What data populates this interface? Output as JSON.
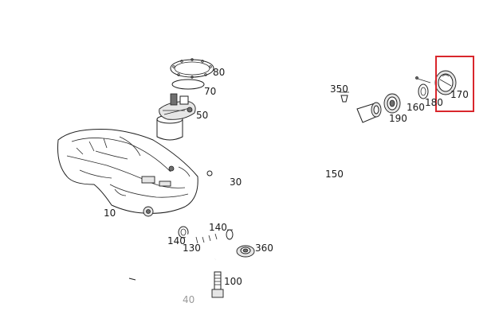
{
  "parts": [
    {
      "id": "p80",
      "label": "80"
    },
    {
      "id": "p70",
      "label": "70"
    },
    {
      "id": "p50",
      "label": "50"
    },
    {
      "id": "p350",
      "label": "350"
    },
    {
      "id": "p190",
      "label": "190"
    },
    {
      "id": "p160",
      "label": "160"
    },
    {
      "id": "p180",
      "label": "180"
    },
    {
      "id": "p170",
      "label": "170"
    },
    {
      "id": "p30",
      "label": "30"
    },
    {
      "id": "p150",
      "label": "150"
    },
    {
      "id": "p10",
      "label": "10"
    },
    {
      "id": "p140a",
      "label": "140"
    },
    {
      "id": "p140b",
      "label": "140"
    },
    {
      "id": "p130",
      "label": "130"
    },
    {
      "id": "p360",
      "label": "360"
    },
    {
      "id": "p100",
      "label": "100"
    },
    {
      "id": "p40",
      "label": "40"
    }
  ],
  "highlight": {
    "part": "170",
    "color": "#d9262c"
  },
  "colors": {
    "label": "#1a1a1a",
    "faded_label": "#9a9a9a",
    "line": "#1f1f1f"
  }
}
